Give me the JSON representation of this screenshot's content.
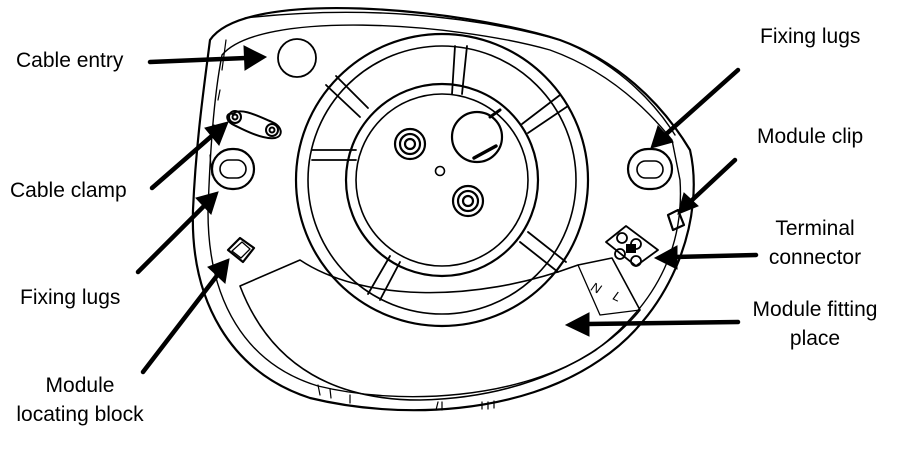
{
  "labels": {
    "cable_entry": "Cable entry",
    "cable_clamp": "Cable clamp",
    "fixing_lugs_left": "Fixing lugs",
    "module_locating_block_line1": "Module",
    "module_locating_block_line2": "locating block",
    "fixing_lugs_right": "Fixing lugs",
    "module_clip": "Module clip",
    "terminal_connector_line1": "Terminal",
    "terminal_connector_line2": "connector",
    "module_fitting_place_line1": "Module fitting",
    "module_fitting_place_line2": "place",
    "terminal_n": "N",
    "terminal_l": "L"
  },
  "colors": {
    "line": "#000000",
    "background": "#ffffff"
  }
}
